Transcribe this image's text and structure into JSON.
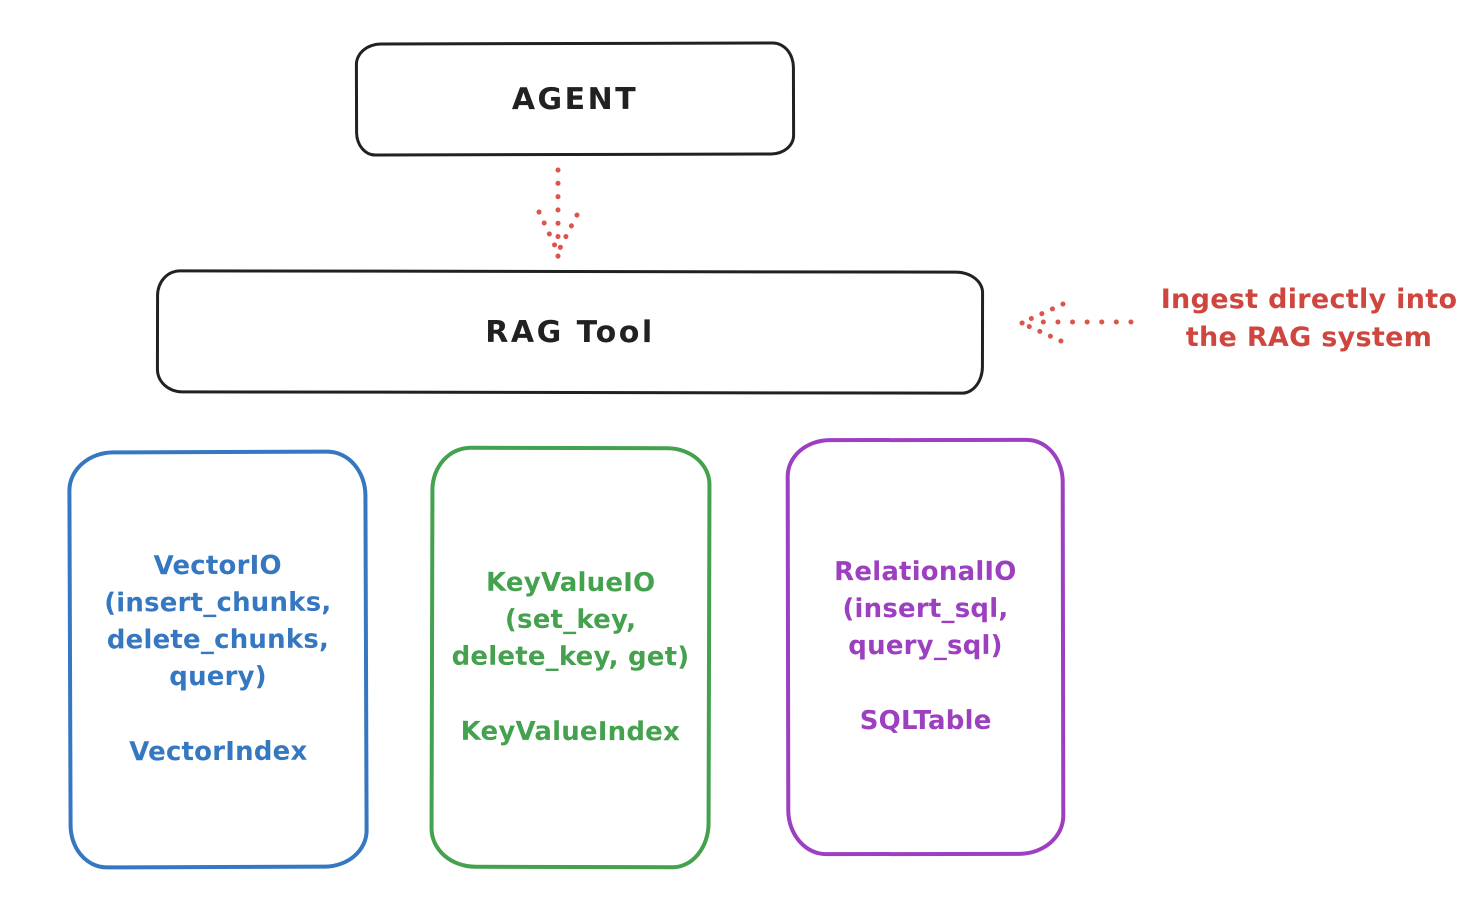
{
  "canvas": {
    "background": "#ffffff"
  },
  "nodes": {
    "agent": {
      "label": "AGENT",
      "stroke_color": "#212121"
    },
    "rag_tool": {
      "label": "RAG Tool",
      "stroke_color": "#212121"
    }
  },
  "annotation": {
    "line1": "Ingest directly into",
    "line2": "the RAG system",
    "color": "#cf463f"
  },
  "arrows": {
    "agent_to_rag": {
      "style": "dotted",
      "direction": "down",
      "color": "#dd544b"
    },
    "ingest_into_rag": {
      "style": "dotted",
      "direction": "left",
      "color": "#dd544b"
    }
  },
  "io_nodes": [
    {
      "title": "VectorIO",
      "methods": [
        "(insert_chunks,",
        "delete_chunks,",
        "query)"
      ],
      "index_label": "VectorIndex",
      "color": "#3577c1"
    },
    {
      "title": "KeyValueIO",
      "methods": [
        "(set_key,",
        "delete_key, get)"
      ],
      "index_label": "KeyValueIndex",
      "color": "#44a14e"
    },
    {
      "title": "RelationalIO",
      "methods": [
        "(insert_sql,",
        "query_sql)"
      ],
      "index_label": "SQLTable",
      "color": "#9d3fc1"
    }
  ]
}
